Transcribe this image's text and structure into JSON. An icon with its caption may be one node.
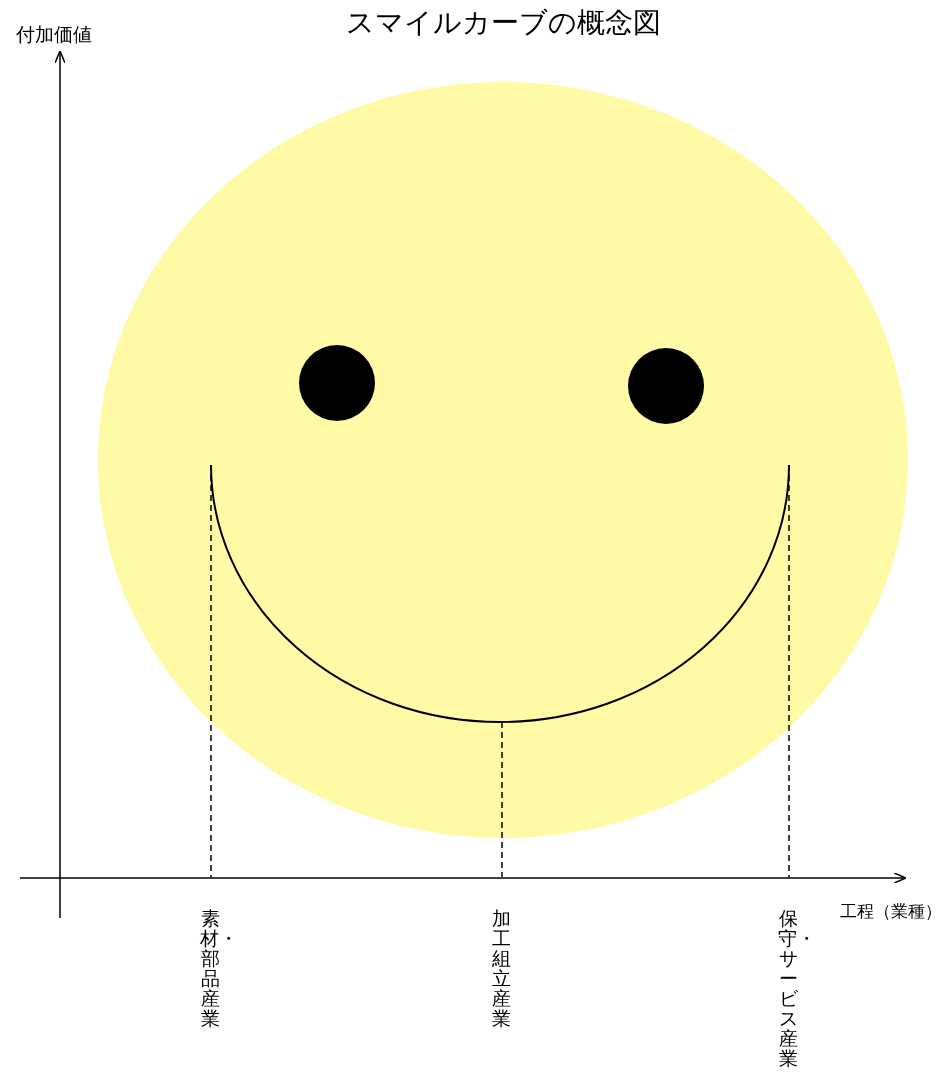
{
  "diagram": {
    "title": "スマイルカーブの概念図",
    "labels": [
      "付加価値",
      "工程（業種）",
      "素材・部品産業",
      "加工組立産業",
      "保守・サービス産業"
    ]
  }
}
